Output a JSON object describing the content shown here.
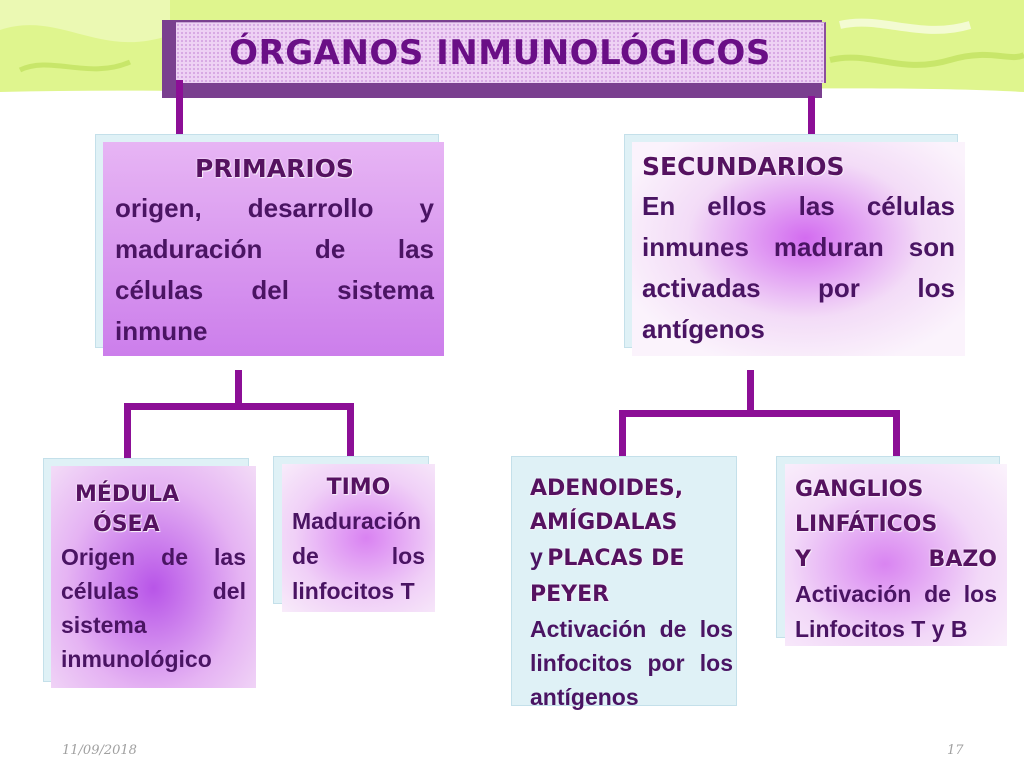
{
  "title": "ÓRGANOS INMUNOLÓGICOS",
  "primarios": {
    "heading": "PRIMARIOS",
    "lines": [
      "origen, desarrollo y",
      "maduración de las",
      "células del sistema",
      "inmune"
    ]
  },
  "secundarios": {
    "heading": "SECUNDARIOS",
    "lines": [
      "En ellos las células",
      "inmunes maduran son",
      "activadas por los",
      "antígenos"
    ]
  },
  "medula": {
    "heading_line1": "MÉDULA",
    "heading_line2": "ÓSEA",
    "lines": [
      "Origen de las",
      "células del",
      "sistema",
      "inmunológico"
    ]
  },
  "timo": {
    "heading": "TIMO",
    "lines": [
      "Maduración",
      "de los",
      "linfocitos T"
    ]
  },
  "adenoides": {
    "heading_line1": "ADENOIDES,",
    "heading_line2": "AMÍGDALAS",
    "heading_conj": "y",
    "heading_line3": "PLACAS DE",
    "heading_line4": "PEYER",
    "lines": [
      "Activación de los",
      "linfocitos por los",
      "antígenos"
    ]
  },
  "ganglios": {
    "heading_line1": "GANGLIOS",
    "heading_line2": "LINFÁTICOS",
    "heading_line3a": "Y",
    "heading_line3b": "BAZO",
    "lines": [
      "Activación de los",
      "Linfocitos T y B"
    ]
  },
  "footer": {
    "date": "11/09/2018",
    "page": "17"
  },
  "colors": {
    "connector": "#8c0f96",
    "title_text": "#6a0f86",
    "heading_text": "#551260",
    "body_text": "#4a1463",
    "band_green": "#dff58e"
  }
}
